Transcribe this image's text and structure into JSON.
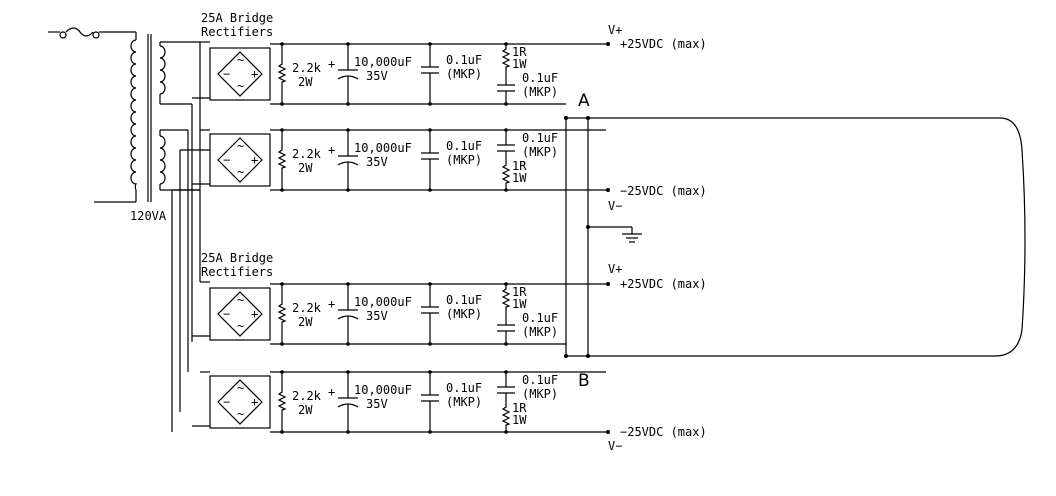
{
  "transformer": {
    "label": "120VA"
  },
  "rectifier_group_title": [
    "25A Bridge",
    "Rectifiers"
  ],
  "bridge": {
    "plus": "+",
    "minus": "−",
    "ac": "~"
  },
  "components": {
    "resistor_bleed": [
      "2.2k",
      "2W"
    ],
    "cap_bulk": [
      "10,000uF",
      "35V"
    ],
    "cap_bulk_plus": "+",
    "cap_film": [
      "0.1uF",
      "(MKP)"
    ],
    "resistor_series": [
      "1R",
      "1W"
    ]
  },
  "rails": {
    "vplus": "V+",
    "vminus": "V−",
    "pos_out": "+25VDC (max)",
    "neg_out": "−25VDC (max)"
  },
  "nodes": {
    "a": "A",
    "b": "B"
  },
  "colors": {
    "wire": "#000000",
    "background": "#ffffff"
  },
  "icons": [
    "fuse-icon",
    "transformer-icon",
    "bridge-rectifier-icon",
    "resistor-icon",
    "capacitor-icon",
    "ground-icon"
  ]
}
